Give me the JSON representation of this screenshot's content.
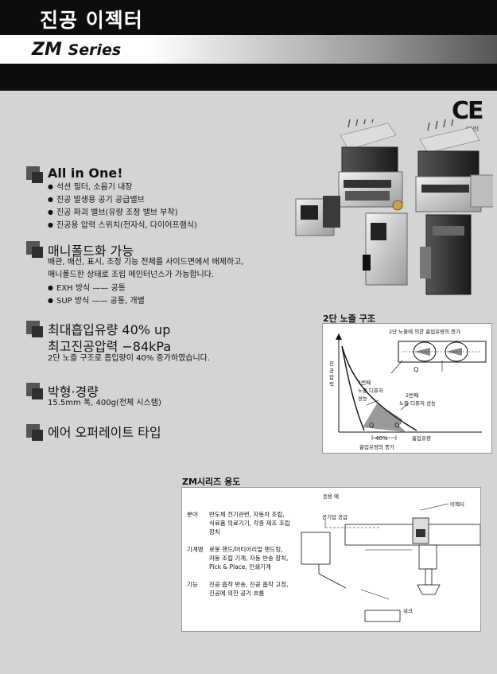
{
  "header": {
    "title": "진공 이젝터",
    "series_main": "ZM",
    "series_sub": "Series"
  },
  "ce": {
    "mark": "CE",
    "note": "[옵션]"
  },
  "features": [
    {
      "heading": "All in One!",
      "bullets": [
        "석션 필터, 소음기 내장",
        "진공 발생용 공기 공급밸브",
        "진공 파괴 밸브(유량 조정 밸브 부착)",
        "진공용 압력 스위치(전자식, 다이어프램식)"
      ]
    },
    {
      "heading": "매니폴드화 가능",
      "text": [
        "배관, 배선, 표시, 조정 기능 전체를 사이드면에서 배제하고,",
        "매니폴드한 상태로 조립 메인터넌스가 가능합니다."
      ],
      "bullets": [
        "EXH 방식 —— 공통",
        "SUP 방식 —— 공통, 개별"
      ]
    },
    {
      "heading": [
        "최대흡입유량 40% up",
        "최고진공압력 −84kPa"
      ],
      "text": [
        "2단 노즐 구조로 흡입량이 40% 증가하였습니다."
      ]
    },
    {
      "heading": "박형·경량",
      "text": [
        "15.5mm 폭, 400g(전체 시스템)"
      ]
    },
    {
      "heading": "에어 오퍼레이트 타입"
    }
  ],
  "nozzle_diagram": {
    "title": "2단 노즐 구조",
    "caption_top": "2단 노즐에 의한 흡입유량의 증가",
    "ylabel": "진공 압력",
    "first_nozzle": [
      "1번째",
      "노즐 디퓨저",
      "성능"
    ],
    "second_nozzle": [
      "2번째",
      "노즐 디퓨저 성능"
    ],
    "q": "Q",
    "q_prime": "Q'",
    "percent": "40%",
    "xlabel": "흡입유량",
    "increase": "흡입유량의 증가"
  },
  "usage": {
    "title": "ZM시리즈 용도",
    "example": "응용 예",
    "ejector": "이젝터",
    "air_supply": "공기압 공급",
    "work": "워크",
    "rows": [
      {
        "label": "분야",
        "lines": [
          "반도체 전기관련, 자동차 조립,",
          "식료품 의료기기, 각종 제조 조립",
          "장치"
        ]
      },
      {
        "label": "기계명",
        "lines": [
          "로봇 핸드/머티어리얼 핸드링,",
          "자동 조립 기계, 자동 반송 장치,",
          "Pick & Place, 인쇄기계"
        ]
      },
      {
        "label": "기능",
        "lines": [
          "진공 흡착 반송, 진공 흡착 고정,",
          "진공에 의한 공기 흐름"
        ]
      }
    ]
  }
}
